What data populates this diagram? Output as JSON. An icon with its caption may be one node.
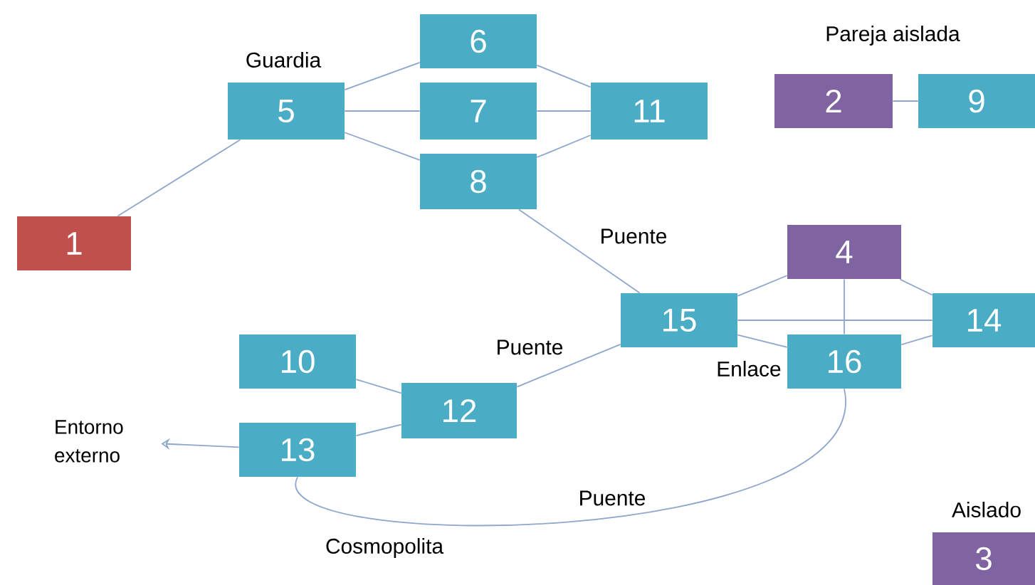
{
  "diagram": {
    "nodes": [
      {
        "text": [
          "6"
        ]
      },
      {
        "text": [
          "5"
        ],
        "beside": [
          "Guardia"
        ]
      },
      {
        "text": [
          "7"
        ]
      },
      {
        "text": [
          "11"
        ]
      },
      {
        "text": [
          "2"
        ]
      },
      {
        "text": [
          "9"
        ]
      },
      {
        "text": [
          "8"
        ]
      },
      {
        "text": [
          "1"
        ]
      },
      {
        "text": [
          "4"
        ]
      },
      {
        "text": [
          "15"
        ]
      },
      {
        "text": [
          "14"
        ]
      },
      {
        "text": [
          "10"
        ]
      },
      {
        "text": [
          "16"
        ],
        "beside": [
          "Enlace"
        ]
      },
      {
        "text": [
          "12"
        ]
      },
      {
        "text": [
          "13"
        ],
        "beside": [
          "Cosmopolita"
        ]
      },
      {
        "text": [
          "Entorno externo"
        ]
      },
      {
        "text": [
          "3"
        ],
        "beside": [
          "Aislado"
        ]
      }
    ],
    "edges": [
      {
        "from": 7,
        "to": 1,
        "arrow": "none"
      },
      {
        "from": 1,
        "to": 0,
        "arrow": "none"
      },
      {
        "from": 1,
        "to": 2,
        "arrow": "none"
      },
      {
        "from": 1,
        "to": 6,
        "arrow": "none"
      },
      {
        "from": 0,
        "to": 3,
        "arrow": "none"
      },
      {
        "from": 2,
        "to": 3,
        "arrow": "none"
      },
      {
        "from": 6,
        "to": 3,
        "arrow": "none"
      },
      {
        "from": 6,
        "to": 9,
        "arrow": "none",
        "label": "Puente"
      },
      {
        "from": 4,
        "to": 5,
        "arrow": "none"
      },
      {
        "from": 9,
        "to": 8,
        "arrow": "none"
      },
      {
        "from": 9,
        "to": 10,
        "arrow": "none"
      },
      {
        "from": 9,
        "to": 12,
        "arrow": "none"
      },
      {
        "from": 8,
        "to": 12,
        "arrow": "none"
      },
      {
        "from": 8,
        "to": 10,
        "arrow": "none"
      },
      {
        "from": 12,
        "to": 10,
        "arrow": "none"
      },
      {
        "from": 11,
        "to": 13,
        "arrow": "none"
      },
      {
        "from": 14,
        "to": 13,
        "arrow": "none"
      },
      {
        "from": 13,
        "to": 9,
        "arrow": "none",
        "label": "Puente"
      },
      {
        "from": 14,
        "to": 12,
        "arrow": "none",
        "label": "Puente"
      },
      {
        "from": 14,
        "to": 15,
        "arrow": "to"
      }
    ],
    "labels": [
      "Pareja aislada"
    ]
  }
}
